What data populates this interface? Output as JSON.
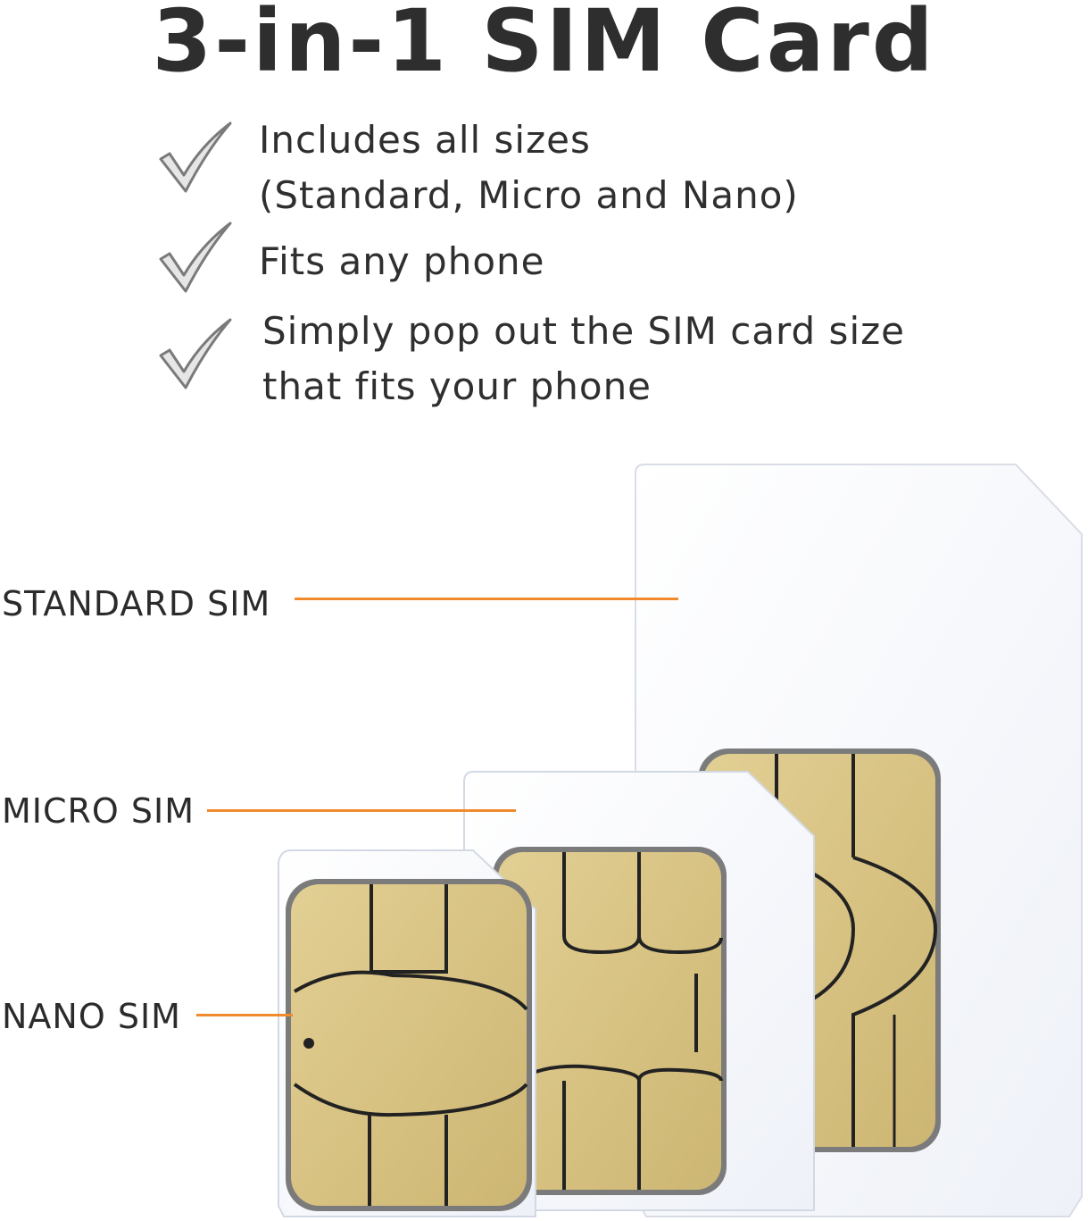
{
  "title": "3-in-1 SIM Card",
  "features": [
    {
      "lines": [
        "Includes all sizes",
        "(Standard, Micro and Nano)"
      ],
      "icon": "checkmark-icon"
    },
    {
      "lines": [
        "Fits any phone"
      ],
      "icon": "checkmark-icon"
    },
    {
      "lines": [
        "Simply pop out the SIM card size",
        "that fits your phone"
      ],
      "icon": "checkmark-icon"
    }
  ],
  "labels": {
    "standard": "STANDARD SIM",
    "micro": "MICRO SIM",
    "nano": "NANO SIM"
  },
  "colors": {
    "leader_line": "#f08a2c",
    "chip_gold": "#d8c486",
    "card_white": "#f7f9fd"
  }
}
